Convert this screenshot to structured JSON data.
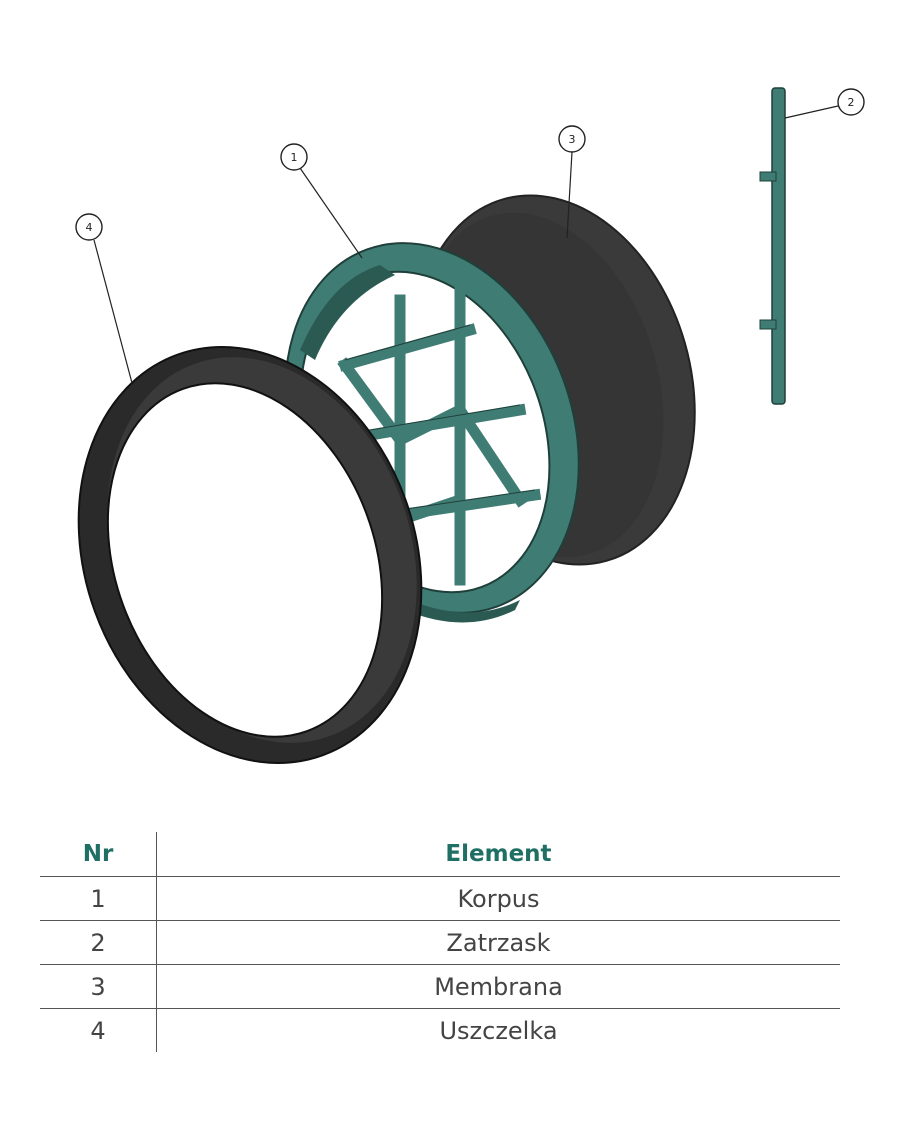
{
  "diagram": {
    "callouts": [
      {
        "id": "1",
        "label": "1"
      },
      {
        "id": "2",
        "label": "2"
      },
      {
        "id": "3",
        "label": "3"
      },
      {
        "id": "4",
        "label": "4"
      }
    ],
    "colors": {
      "body": "#3f7d74",
      "body_dark": "#2b5a53",
      "membrane": "#3a3a3a",
      "gasket": "#2a2a2a",
      "table_header": "#1f6f64"
    }
  },
  "table": {
    "headers": {
      "nr": "Nr",
      "element": "Element"
    },
    "rows": [
      {
        "nr": "1",
        "element": "Korpus"
      },
      {
        "nr": "2",
        "element": "Zatrzask"
      },
      {
        "nr": "3",
        "element": "Membrana"
      },
      {
        "nr": "4",
        "element": "Uszczelka"
      }
    ]
  }
}
